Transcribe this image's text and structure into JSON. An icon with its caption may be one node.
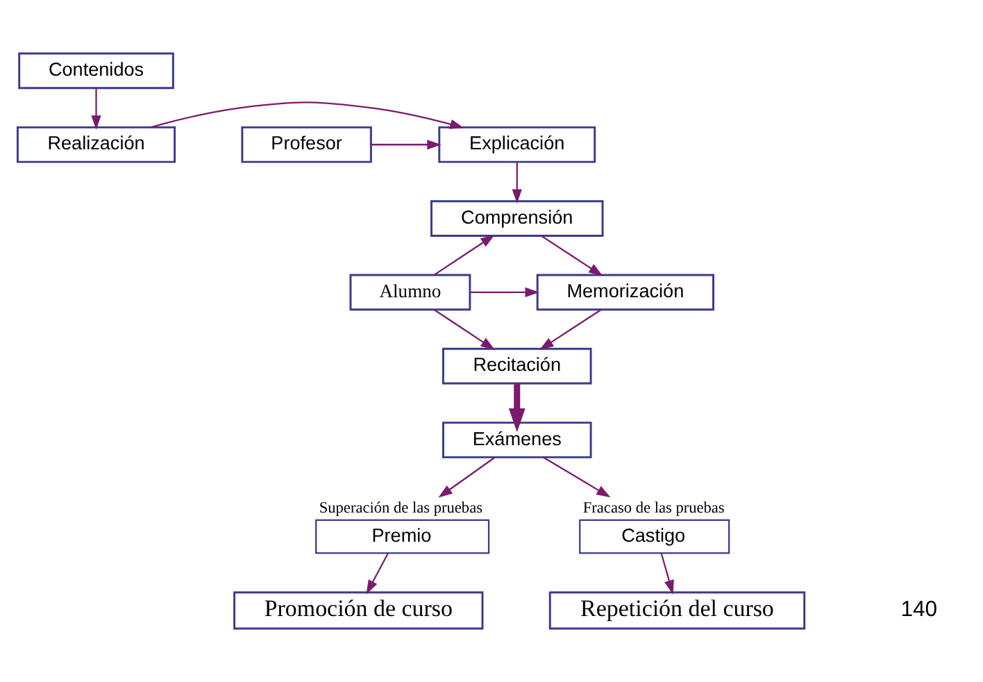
{
  "diagram": {
    "nodes": [
      {
        "text": [
          "Contenidos"
        ]
      },
      {
        "text": [
          "Realización"
        ]
      },
      {
        "text": [
          "Explicación"
        ]
      },
      {
        "text": [
          "Profesor"
        ]
      },
      {
        "text": [
          "Comprensión"
        ]
      },
      {
        "text": [
          "Memorización"
        ]
      },
      {
        "text": [
          "Alumno"
        ]
      },
      {
        "text": [
          "Recitación"
        ]
      },
      {
        "text": [
          "Exámenes"
        ]
      },
      {
        "text": [
          "Premio"
        ],
        "beside": [
          "Superación de las pruebas"
        ]
      },
      {
        "text": [
          "Castigo"
        ],
        "beside": [
          "Fracaso de las pruebas"
        ]
      },
      {
        "text": [
          "Promoción de curso"
        ]
      },
      {
        "text": [
          "Repetición del curso"
        ]
      }
    ],
    "edges": [
      {
        "from": 0,
        "to": 1,
        "arrow": "to"
      },
      {
        "from": 1,
        "to": 2,
        "arrow": "to"
      },
      {
        "from": 3,
        "to": 2,
        "arrow": "to"
      },
      {
        "from": 2,
        "to": 4,
        "arrow": "to"
      },
      {
        "from": 4,
        "to": 5,
        "arrow": "to"
      },
      {
        "from": 6,
        "to": 4,
        "arrow": "to"
      },
      {
        "from": 6,
        "to": 5,
        "arrow": "to"
      },
      {
        "from": 6,
        "to": 7,
        "arrow": "to"
      },
      {
        "from": 5,
        "to": 7,
        "arrow": "to"
      },
      {
        "from": 7,
        "to": 8,
        "arrow": "to",
        "style": "thick"
      },
      {
        "from": 8,
        "to": 9,
        "arrow": "to"
      },
      {
        "from": 8,
        "to": 10,
        "arrow": "to"
      },
      {
        "from": 9,
        "to": 11,
        "arrow": "to"
      },
      {
        "from": 10,
        "to": 12,
        "arrow": "to"
      }
    ],
    "labels": [
      "140"
    ]
  }
}
